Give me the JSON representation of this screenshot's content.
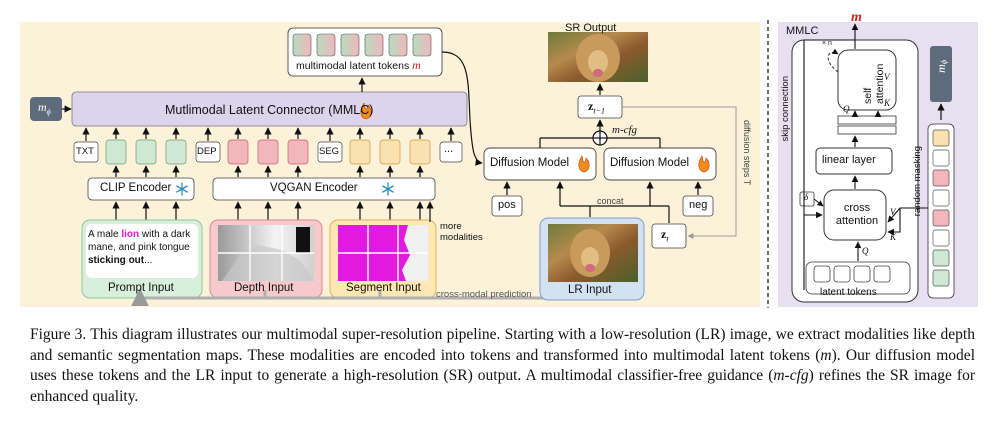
{
  "diagram": {
    "connector_title": "Mutlimodal Latent Connector (MMLC)",
    "m_phi": "m",
    "m_phi_sub": "ϕ",
    "latent_tokens_title": "multimodal latent tokens",
    "m_symbol": "m",
    "token_labels": [
      "TXT",
      "DEP",
      "SEG",
      "..."
    ],
    "clip_encoder": "CLIP Encoder",
    "vqgan_encoder": "VQGAN Encoder",
    "more_modalities": "more modalities",
    "prompt": {
      "pre": "A male ",
      "highlight": "lion",
      "mid": " with a dark mane, and pink tongue ",
      "bold": "sticking out",
      "post": "...",
      "label": "Prompt Input"
    },
    "depth_label": "Depth Input",
    "segment_label": "Segment Input",
    "cross_modal": "cross-modal prediction",
    "lr_input": "LR Input",
    "sr_output": "SR Output",
    "diffusion_model": "Diffusion Model",
    "z_prev": "z",
    "z_prev_sub": "t−1",
    "z_t": "z",
    "z_t_sub": "t",
    "m_cfg": "m-cfg",
    "pos": "pos",
    "neg": "neg",
    "concat": "concat",
    "diffusion_steps": "diffusion steps T",
    "mmlc_panel": {
      "title": "MMLC",
      "m": "m",
      "skip_connection": "skip connection",
      "self_attention": "self attention",
      "times_n": "× n",
      "linear_layer": "linear layer",
      "cross_attention": "cross attention",
      "random_masking": "random masking",
      "latent_tokens": "latent tokens",
      "delta": "δ",
      "q": "Q",
      "k": "K",
      "v": "V",
      "m_phi": "m",
      "m_phi_sub": "ϕ"
    }
  },
  "caption": {
    "p1": "Figure 3. This diagram illustrates our multimodal super-resolution pipeline. Starting with a low-resolution (LR) image, we extract modalities like depth and semantic segmentation maps. These modalities are encoded into tokens and transformed into multimodal latent tokens (",
    "m": "m",
    "p2": "). Our diffusion model uses these tokens and the LR input to generate a high-resolution (SR) output. A multimodal classifier-free guidance (",
    "mcfg": "m-cfg",
    "p3": ") refines the SR image for enhanced quality."
  }
}
